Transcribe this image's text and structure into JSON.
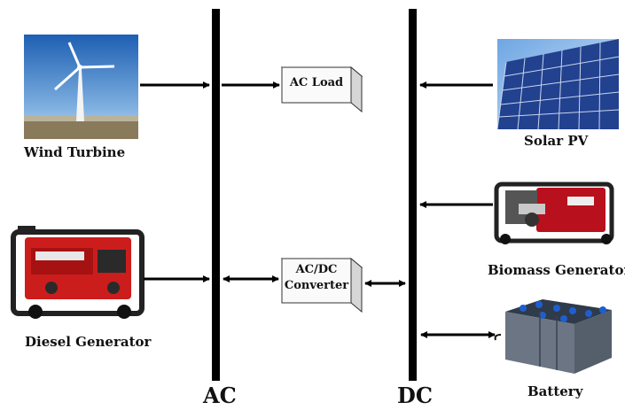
{
  "buses": {
    "ac_label": "AC",
    "dc_label": "DC"
  },
  "components": {
    "wind_turbine": "Wind Turbine",
    "solar_pv": "Solar PV",
    "diesel_generator": "Diesel Generator",
    "biomass_generator": "Biomass Generator",
    "battery": "Battery"
  },
  "boxes": {
    "ac_load": "AC Load",
    "converter_line1": "AC/DC",
    "converter_line2": "Converter"
  },
  "colors": {
    "bus": "#000000",
    "sky": "#2c6fc0",
    "panel": "#23408f",
    "generator_red": "#cc1d1d"
  }
}
